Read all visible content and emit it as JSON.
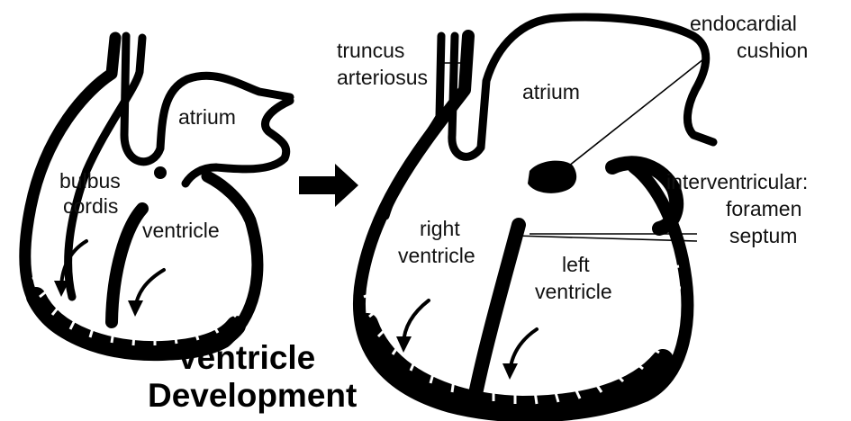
{
  "title": {
    "line1": "Ventricle",
    "line2": "Development"
  },
  "early_heart": {
    "labels": {
      "atrium": "atrium",
      "bulbus_line1": "bulbus",
      "bulbus_line2": "cordis",
      "ventricle": "ventricle"
    }
  },
  "later_heart": {
    "labels": {
      "truncus_line1": "truncus",
      "truncus_line2": "arteriosus",
      "endocardial_line1": "endocardial",
      "endocardial_line2": "cushion",
      "atrium": "atrium",
      "interventricular": "interventricular:",
      "foramen": "foramen",
      "septum": "septum",
      "right_line1": "right",
      "right_line2": "ventricle",
      "left_line1": "left",
      "left_line2": "ventricle"
    }
  },
  "colors": {
    "ink": "#000000",
    "background": "#ffffff"
  }
}
